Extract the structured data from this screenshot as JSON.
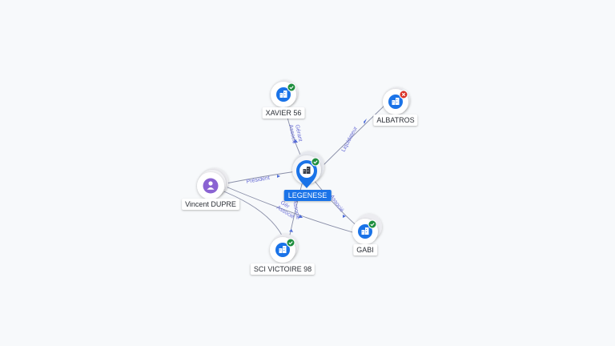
{
  "nodes": {
    "center": {
      "label": "LEGENESE",
      "type": "company",
      "status": "active"
    },
    "xavier": {
      "label": "XAVIER 56",
      "type": "company",
      "status": "active"
    },
    "albatros": {
      "label": "ALBATROS",
      "type": "company",
      "status": "closed"
    },
    "vincent": {
      "label": "Vincent DUPRE",
      "type": "person"
    },
    "sci": {
      "label": "SCI VICTOIRE 98",
      "type": "company",
      "status": "active"
    },
    "gabi": {
      "label": "GABI",
      "type": "company",
      "status": "active"
    }
  },
  "edges": {
    "xavier_center": [
      "Gérant",
      "Associé"
    ],
    "center_albatros": "Liquidateur",
    "vincent_center": "Président",
    "center_gabi": "Associé",
    "vincent_sci": [
      "Gér",
      "Associé"
    ],
    "sci_center": "Associé"
  },
  "colors": {
    "company": "#1a73e8",
    "person": "#8a63d2",
    "active": "#1e8e3e",
    "closed": "#d93025",
    "edge": "#8a8fa8",
    "edge_label": "#6b6fd6"
  },
  "icons": {
    "company": "building-icon",
    "person": "user-icon",
    "active": "check-badge-icon",
    "closed": "close-badge-icon"
  }
}
